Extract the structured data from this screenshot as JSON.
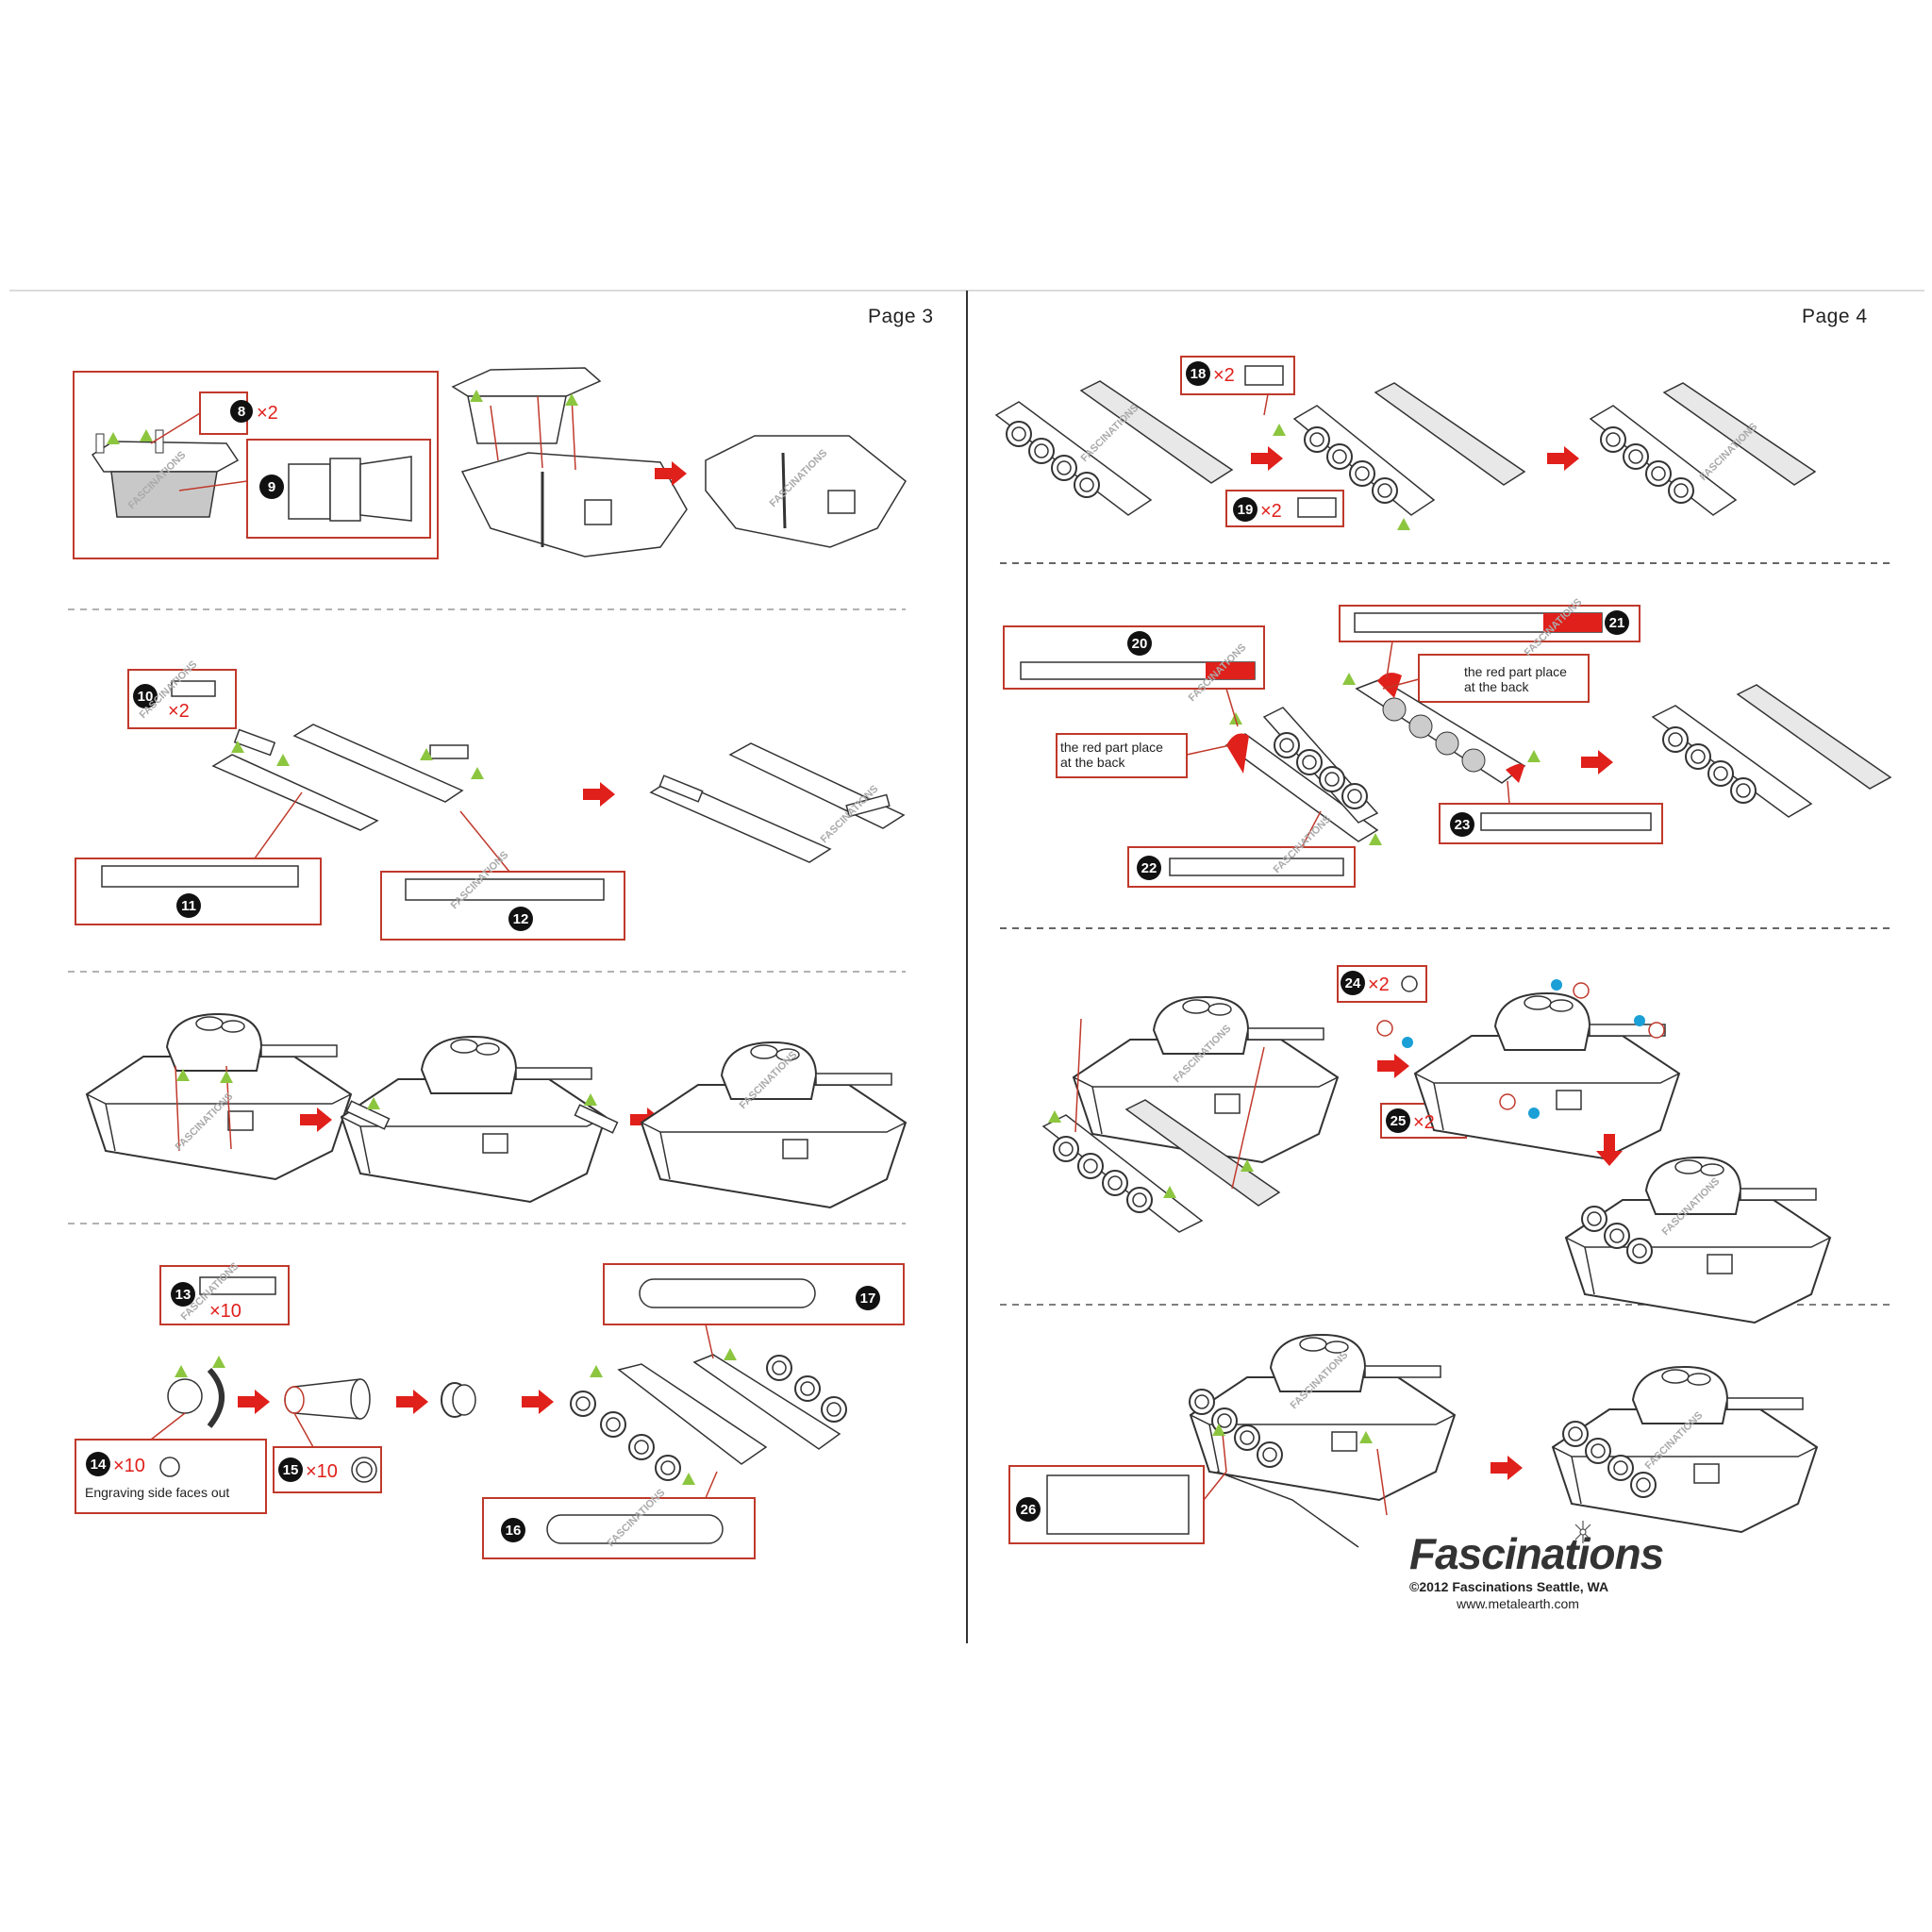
{
  "pages": {
    "left_label": "Page 3",
    "right_label": "Page 4"
  },
  "callouts": {
    "p8": {
      "num": "8",
      "qty": "×2"
    },
    "p9": {
      "num": "9"
    },
    "p10": {
      "num": "10",
      "qty": "×2"
    },
    "p11": {
      "num": "11"
    },
    "p12": {
      "num": "12"
    },
    "p13": {
      "num": "13",
      "qty": "×10"
    },
    "p14": {
      "num": "14",
      "qty": "×10"
    },
    "p15": {
      "num": "15",
      "qty": "×10"
    },
    "p16": {
      "num": "16"
    },
    "p17": {
      "num": "17"
    },
    "p18": {
      "num": "18",
      "qty": "×2"
    },
    "p19": {
      "num": "19",
      "qty": "×2"
    },
    "p20": {
      "num": "20"
    },
    "p21": {
      "num": "21"
    },
    "p22": {
      "num": "22"
    },
    "p23": {
      "num": "23"
    },
    "p24": {
      "num": "24",
      "qty": "×2"
    },
    "p25": {
      "num": "25",
      "qty": "×2"
    },
    "p26": {
      "num": "26"
    }
  },
  "notes": {
    "engraving": "Engraving side faces out",
    "red_part_line1": "the red part place",
    "red_part_line2": "at the back"
  },
  "watermark": "FASCINATIONS",
  "footer": {
    "brand": "Fascinations",
    "copyright": "©2012 Fascinations Seattle, WA",
    "url": "www.metalearth.com"
  },
  "colors": {
    "accent_red": "#e0201b",
    "box_red": "#c0392b",
    "tab_green": "#8cc63f",
    "dot_blue": "#1a9fd6",
    "line": "#333333"
  }
}
